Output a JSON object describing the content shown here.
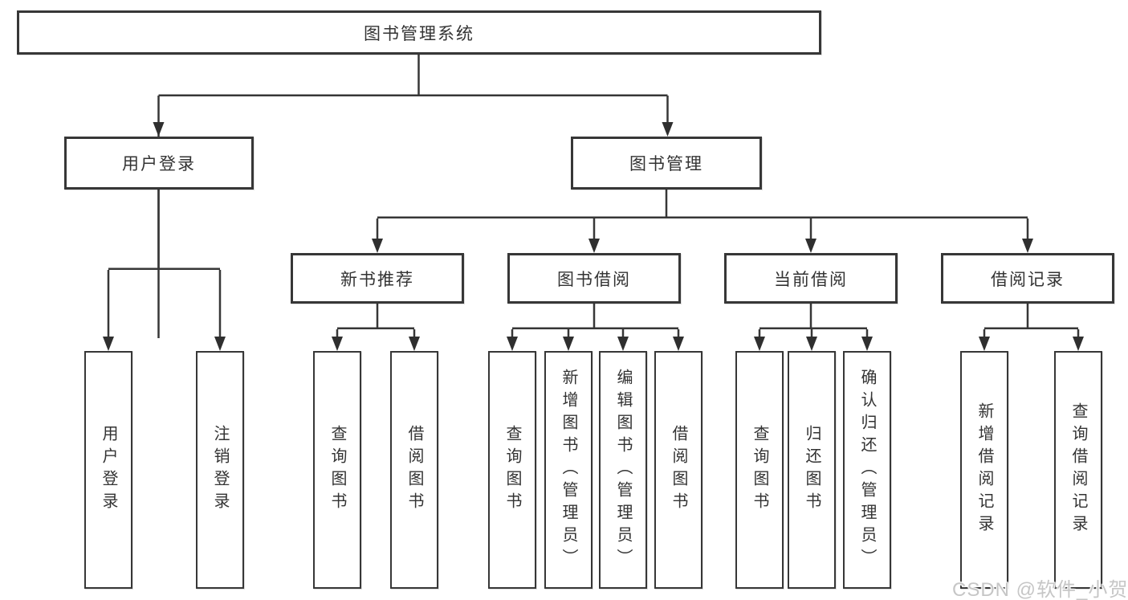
{
  "tree": {
    "label": "图书管理系统",
    "children": [
      {
        "label": "用户登录",
        "children": [
          {
            "label": "用户登录"
          },
          {
            "label": "注销登录"
          }
        ]
      },
      {
        "label": "图书管理",
        "children": [
          {
            "label": "新书推荐",
            "children": [
              {
                "label": "查询图书"
              },
              {
                "label": "借阅图书"
              }
            ]
          },
          {
            "label": "图书借阅",
            "children": [
              {
                "label": "查询图书"
              },
              {
                "label": "新增图书（管理员）"
              },
              {
                "label": "编辑图书（管理员）"
              },
              {
                "label": "借阅图书"
              }
            ]
          },
          {
            "label": "当前借阅",
            "children": [
              {
                "label": "查询图书"
              },
              {
                "label": "归还图书"
              },
              {
                "label": "确认归还（管理员）"
              }
            ]
          },
          {
            "label": "借阅记录",
            "children": [
              {
                "label": "新增借阅记录"
              },
              {
                "label": "查询借阅记录"
              }
            ]
          }
        ]
      }
    ]
  },
  "watermark": {
    "text": "CSDN @软件_小贺同学"
  },
  "colors": {
    "line": "#373737",
    "box_border": "#373737",
    "text": "#333333",
    "background": "#ffffff",
    "watermark": "#c6c6c6"
  }
}
